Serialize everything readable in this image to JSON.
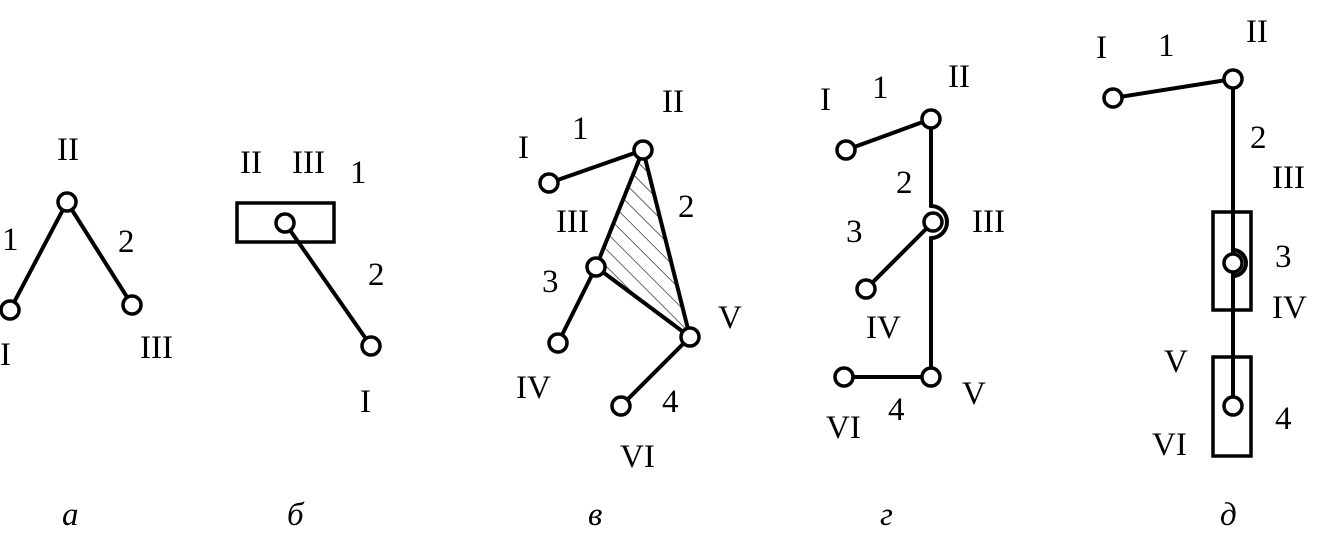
{
  "figures": [
    {
      "id": "a",
      "caption": "а",
      "pair_labels": [
        "I",
        "II",
        "III"
      ],
      "link_labels": [
        "1",
        "2"
      ]
    },
    {
      "id": "b",
      "caption": "б",
      "pair_labels": [
        "II",
        "III",
        "I"
      ],
      "link_labels": [
        "1",
        "2"
      ]
    },
    {
      "id": "v",
      "caption": "в",
      "pair_labels": [
        "I",
        "II",
        "III",
        "IV",
        "V",
        "VI"
      ],
      "link_labels": [
        "1",
        "2",
        "3",
        "4"
      ]
    },
    {
      "id": "g",
      "caption": "г",
      "pair_labels": [
        "I",
        "II",
        "III",
        "IV",
        "V",
        "VI"
      ],
      "link_labels": [
        "1",
        "2",
        "3",
        "4"
      ]
    },
    {
      "id": "d",
      "caption": "д",
      "pair_labels": [
        "I",
        "II",
        "III",
        "IV",
        "V",
        "VI"
      ],
      "link_labels": [
        "1",
        "2",
        "3",
        "4"
      ]
    }
  ]
}
